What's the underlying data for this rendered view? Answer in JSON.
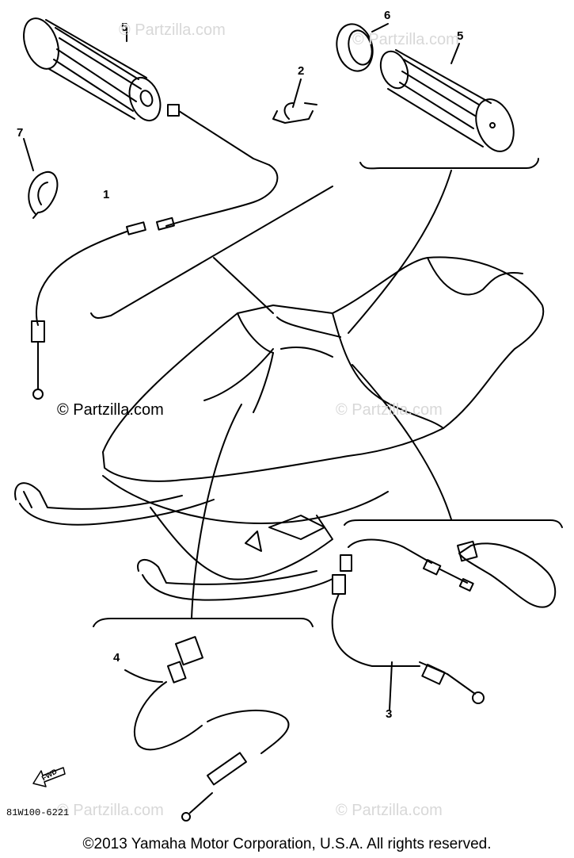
{
  "watermarks": {
    "main": "© Partzilla.com",
    "faint": "© Partzilla.com"
  },
  "callouts": [
    {
      "id": "grip-left",
      "label": "5"
    },
    {
      "id": "clip-2",
      "label": "2"
    },
    {
      "id": "ring-6",
      "label": "6"
    },
    {
      "id": "grip-right",
      "label": "5"
    },
    {
      "id": "clip-7",
      "label": "7"
    },
    {
      "id": "throttle-cable",
      "label": "1"
    },
    {
      "id": "cable-4",
      "label": "4"
    },
    {
      "id": "brake-cable",
      "label": "3"
    }
  ],
  "direction_marker": "FWD",
  "diagram_code": "81W100-6221",
  "copyright": "©2013 Yamaha Motor Corporation, U.S.A. All rights reserved.",
  "colors": {
    "line": "#000000",
    "background": "#ffffff",
    "watermark_faint": "#d8d8d8"
  }
}
